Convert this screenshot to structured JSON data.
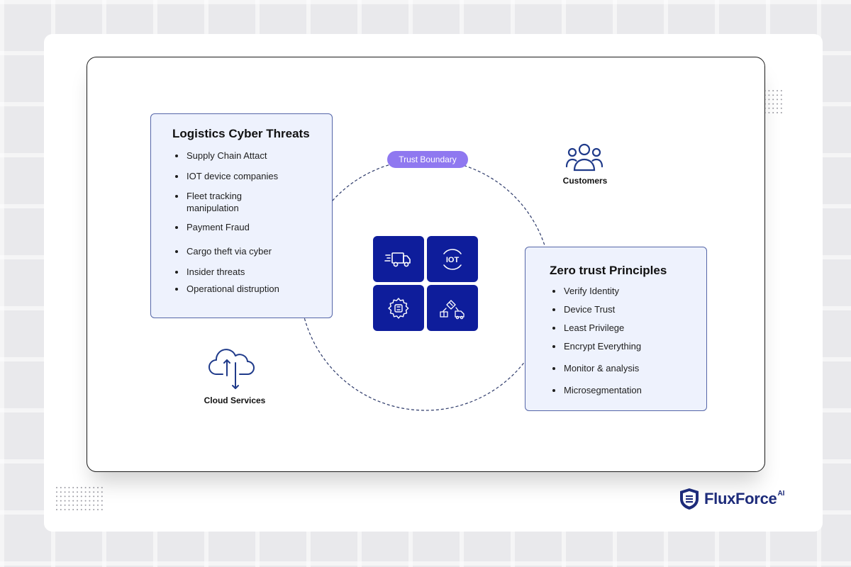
{
  "threats_panel": {
    "title": "Logistics Cyber Threats",
    "items": [
      "Supply Chain Attact",
      "IOT device companies",
      "Fleet tracking manipulation",
      "Payment Fraud",
      "Cargo theft via cyber",
      "Insider threats",
      "Operational distruption"
    ]
  },
  "zero_trust_panel": {
    "title": "Zero trust Principles",
    "items": [
      "Verify Identity",
      "Device Trust",
      "Least Privilege",
      "Encrypt Everything",
      "Monitor & analysis",
      "Microsegmentation"
    ]
  },
  "trust_boundary": {
    "label": "Trust Boundary"
  },
  "center_tiles": {
    "icons": [
      "delivery-truck-icon",
      "iot-icon",
      "gear-chip-icon",
      "logistics-handshake-icon"
    ],
    "iot_text": "IOT"
  },
  "customers": {
    "label": "Customers",
    "icon": "users-group-icon"
  },
  "cloud": {
    "label": "Cloud Services",
    "icon": "cloud-sync-icon"
  },
  "brand": {
    "name": "FluxForce",
    "suffix": "AI",
    "icon": "shield-logo-icon"
  },
  "colors": {
    "tile": "#0e1d9b",
    "badge": "#8f78f0",
    "panel_bg": "#eef2fd",
    "panel_border": "#5566a8",
    "brand": "#1d2b7a",
    "icon_blue": "#1f3a8a"
  }
}
